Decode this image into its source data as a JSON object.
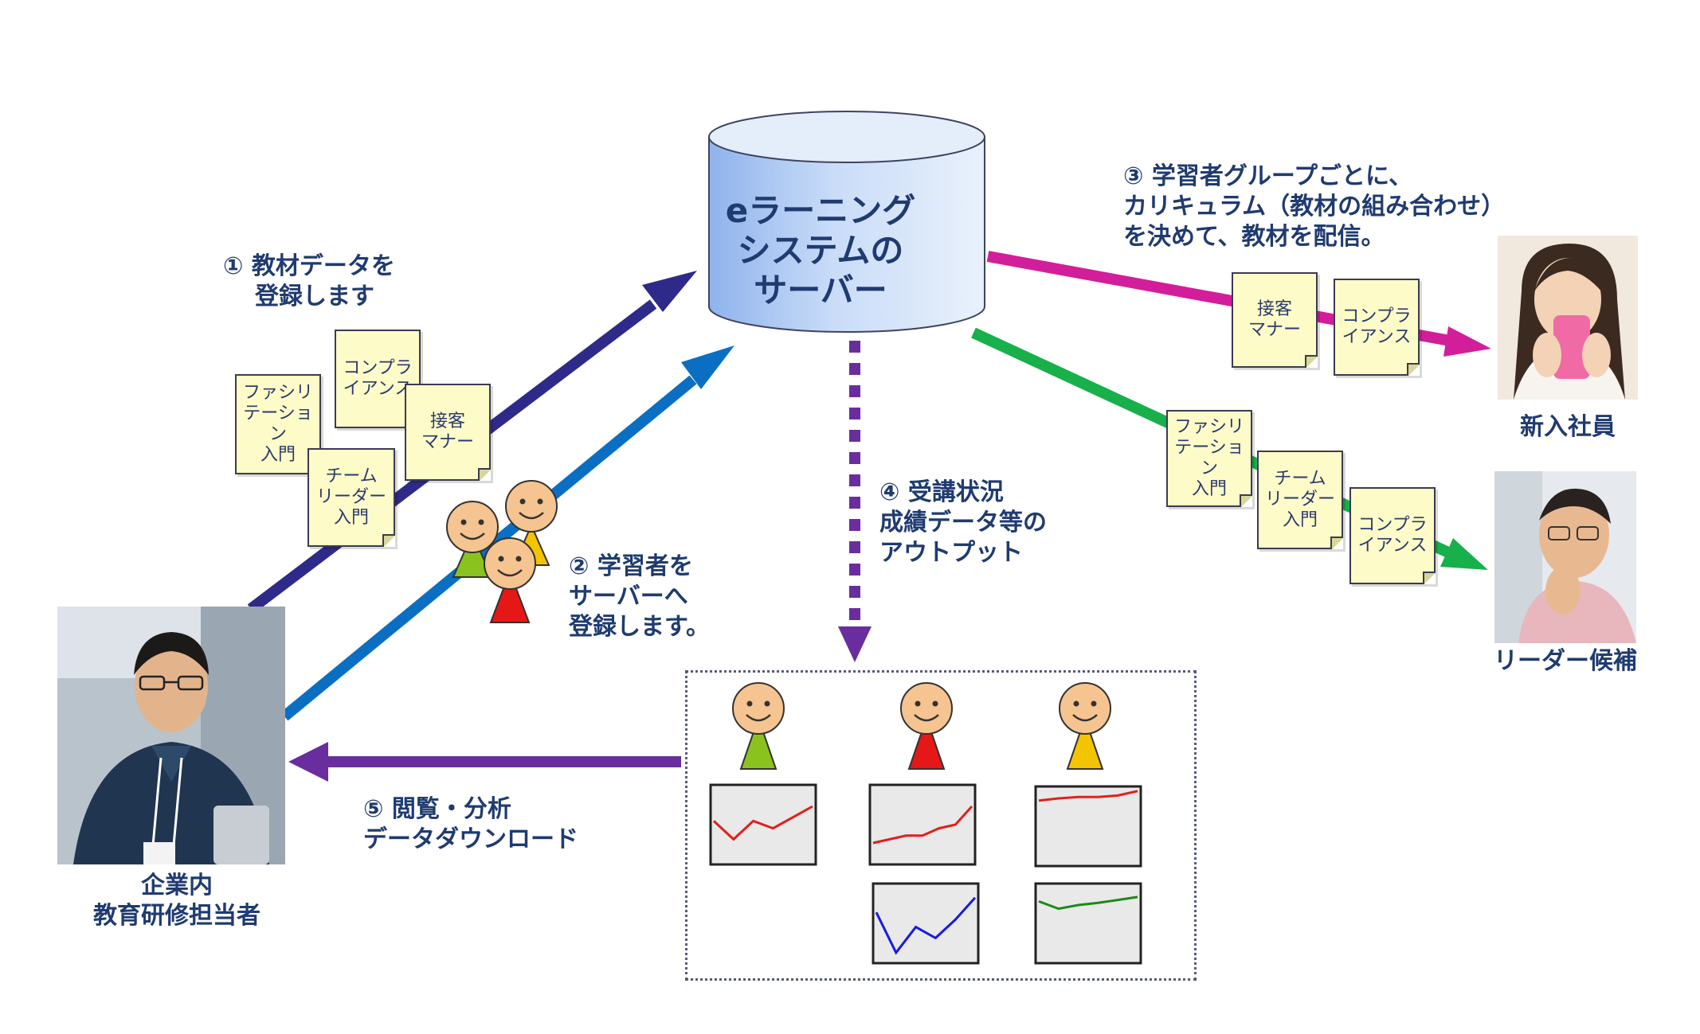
{
  "server": {
    "label": "eラーニング\nシステムの\nサーバー"
  },
  "steps": {
    "step1": {
      "line1": "① 教材データを",
      "line2": "登録します"
    },
    "step2": {
      "line1": "② 学習者を",
      "line2": "サーバーへ",
      "line3": "登録します。"
    },
    "step3": {
      "line1": "③ 学習者グループごとに、",
      "line2": "カリキュラム（教材の組み合わせ）",
      "line3": "を決めて、教材を配信。"
    },
    "step4": {
      "line1": "④ 受講状況",
      "line2": "成績データ等の",
      "line3": "アウトプット"
    },
    "step5": {
      "line1": "⑤ 閲覧・分析",
      "line2": "データダウンロード"
    }
  },
  "people": {
    "admin": {
      "line1": "企業内",
      "line2": "教育研修担当者"
    },
    "new_employee": "新入社員",
    "leader_candidate": "リーダー候補"
  },
  "materials_left": [
    "ファシリ\nテーション\n入門",
    "コンプラ\nイアンス",
    "接客\nマナー",
    "チーム\nリーダー\n入門"
  ],
  "materials_new_employee": [
    "接客\nマナー",
    "コンプラ\nイアンス"
  ],
  "materials_leader": [
    "ファシリ\nテーション\n入門",
    "チーム\nリーダー\n入門",
    "コンプラ\nイアンス"
  ],
  "colors": {
    "arrow1": "#2e2a8a",
    "arrow2": "#0a6fc2",
    "arrow_new": "#d21e9b",
    "arrow_leader": "#18b04a",
    "arrow_output": "#6a2d9e",
    "text": "#1f3b70"
  },
  "charts": [
    {
      "name": "learner-a-chart",
      "color": "#e0201c",
      "values": [
        0.55,
        0.3,
        0.55,
        0.45,
        0.6,
        0.75
      ]
    },
    {
      "name": "learner-b-chart-1",
      "color": "#e0201c",
      "values": [
        0.25,
        0.3,
        0.35,
        0.35,
        0.45,
        0.5,
        0.75
      ]
    },
    {
      "name": "learner-b-chart-2",
      "color": "#1a1adf",
      "values": [
        0.65,
        0.1,
        0.45,
        0.3,
        0.55,
        0.85
      ]
    },
    {
      "name": "learner-c-chart-1",
      "color": "#e0201c",
      "values": [
        0.85,
        0.88,
        0.9,
        0.9,
        0.92,
        0.98
      ]
    },
    {
      "name": "learner-c-chart-2",
      "color": "#1a8a1a",
      "values": [
        0.8,
        0.7,
        0.75,
        0.78,
        0.82,
        0.86
      ]
    }
  ]
}
